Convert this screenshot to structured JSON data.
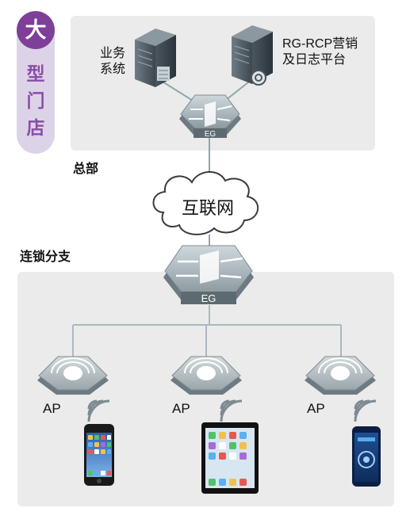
{
  "tag": {
    "top_char": "大",
    "chars": "型门店"
  },
  "hq": {
    "label": "总部",
    "server_business": {
      "line1": "业务",
      "line2": "系统"
    },
    "server_rcp": {
      "line1": "RG-RCP营销",
      "line2": "及日志平台"
    },
    "gateway_label": "EG"
  },
  "internet_label": "互联网",
  "branch": {
    "label": "连锁分支",
    "gateway_label": "EG",
    "ap_labels": [
      "AP",
      "AP",
      "AP"
    ]
  },
  "colors": {
    "tag_purple": "#7d3f98",
    "panel_gray": "#ebebeb",
    "line": "#8fa6ae"
  }
}
